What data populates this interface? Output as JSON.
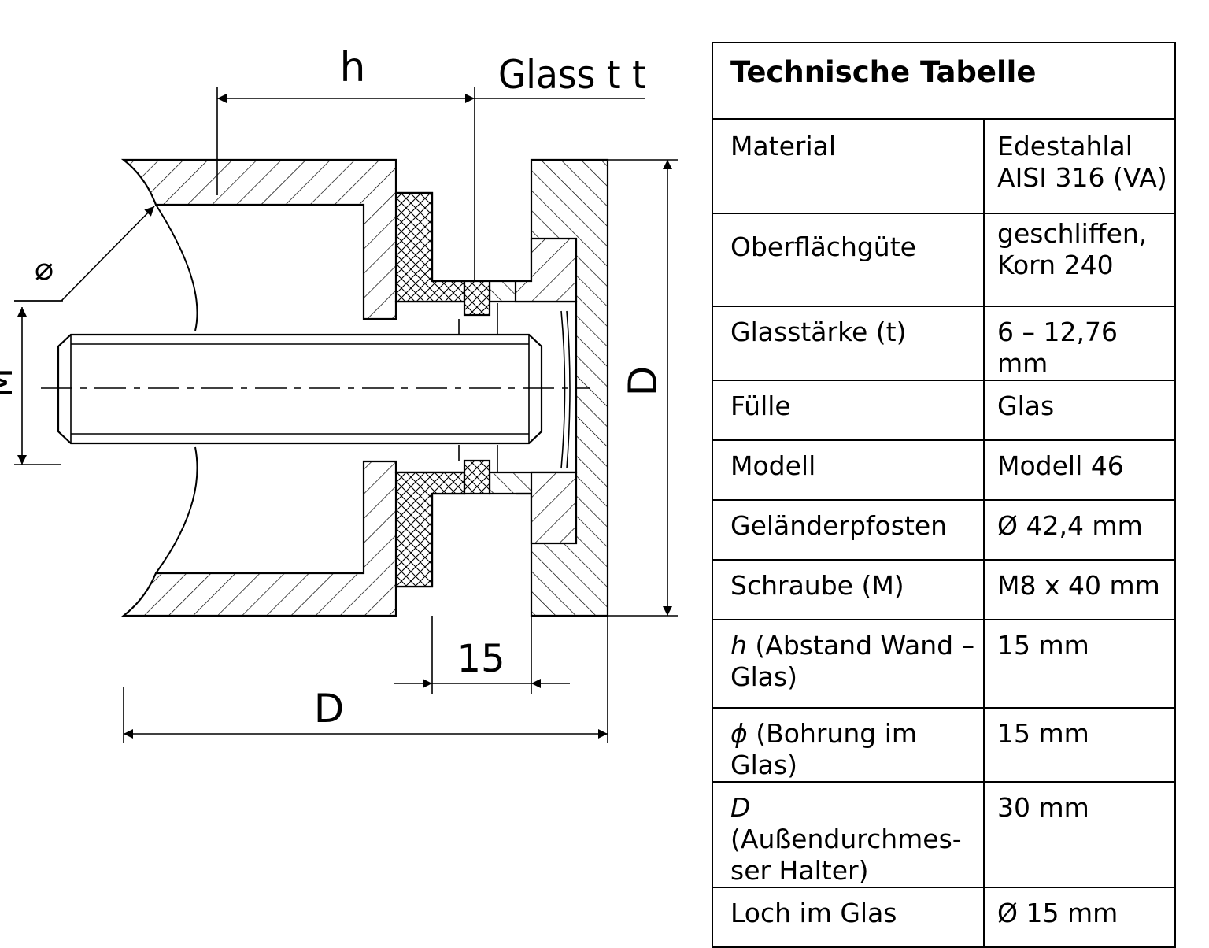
{
  "drawing": {
    "labels": {
      "h": "h",
      "glass_t": "Glass t t",
      "phi_symbol": "⌀",
      "m": "M",
      "d_vertical": "D",
      "d_horizontal": "D",
      "dim_15": "15"
    }
  },
  "table": {
    "title": "Technische Tabelle",
    "rows": [
      {
        "key_sym": "",
        "key": "Material",
        "value": "Edestahlal\nAISI 316 (VA)"
      },
      {
        "key_sym": "",
        "key": "Oberflächgüte",
        "value": "geschliffen,\nKorn 240"
      },
      {
        "key_sym": "",
        "key": "Glasstärke (t)",
        "value": "6 – 12,76 mm"
      },
      {
        "key_sym": "",
        "key": "Fülle",
        "value": "Glas"
      },
      {
        "key_sym": "",
        "key": "Modell",
        "value": "Modell 46"
      },
      {
        "key_sym": "",
        "key": "Geländerpfosten",
        "value": "Ø 42,4 mm"
      },
      {
        "key_sym": "",
        "key": "Schraube (M)",
        "value": "M8 x 40 mm"
      },
      {
        "key_sym": "h",
        "key": " (Abstand Wand –\nGlas)",
        "value": "15 mm"
      },
      {
        "key_sym": "ϕ",
        "key": " (Bohrung im Glas)",
        "value": "15 mm"
      },
      {
        "key_sym": "D",
        "key": " (Außendurchmes-\nser Halter)",
        "value": "30 mm"
      },
      {
        "key_sym": "",
        "key": "Loch im Glas",
        "value": "Ø 15 mm"
      }
    ]
  }
}
